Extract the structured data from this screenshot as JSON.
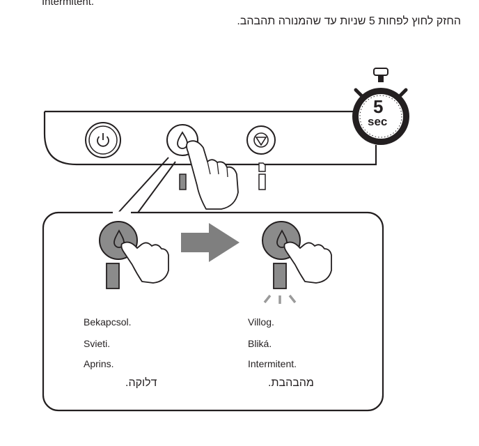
{
  "top_fragment": "Intermitent.",
  "instruction": "החזק לחוץ לפחות 5 שניות עד שהמנורה תהבהב.",
  "timer": {
    "number": "5",
    "unit": "sec"
  },
  "icons": [
    "power-icon",
    "ink-drop-icon",
    "stop-icon",
    "paper-icon",
    "pressing-hand-icon",
    "arrow-right-icon",
    "stopwatch-icon"
  ],
  "before": {
    "lines": [
      "Bekapcsol.",
      "Svieti.",
      "Aprins."
    ],
    "hebrew": "דלוקה."
  },
  "after": {
    "lines": [
      "Villog.",
      "Bliká.",
      "Intermitent."
    ],
    "hebrew": "מהבהבת."
  }
}
